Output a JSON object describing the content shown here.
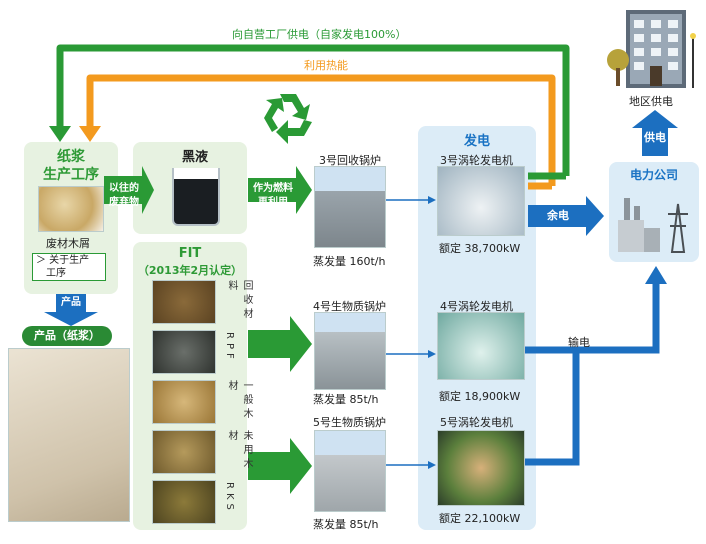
{
  "top_arrows": {
    "power_supply": "向自营工厂供电（自家发电100%）",
    "heat_use": "利用热能"
  },
  "pulp_panel": {
    "title_line1": "纸浆",
    "title_line2": "生产工序",
    "waste_chips": "废材木屑",
    "link_label": "＞ 关于生产\n　工序",
    "product_arrow": "产品",
    "product_pill": "产品（纸浆）"
  },
  "black_liquor": {
    "title": "黑液",
    "arrow_in": "以往的\n废弃物",
    "arrow_out": "作为燃料\n再利用"
  },
  "fit_panel": {
    "title": "FIT",
    "subtitle": "（2013年2月认定）",
    "fuels": [
      "回收材料",
      "RPF",
      "一般木材",
      "未用木材",
      "RKS"
    ]
  },
  "boilers": [
    {
      "name": "3号回收锅炉",
      "steam": "蒸发量 160t/h"
    },
    {
      "name": "4号生物质锅炉",
      "steam": "蒸发量 85t/h"
    },
    {
      "name": "5号生物质锅炉",
      "steam": "蒸发量 85t/h"
    }
  ],
  "generation": {
    "title": "发电",
    "turbines": [
      {
        "name": "3号涡轮发电机",
        "rated": "额定 38,700kW"
      },
      {
        "name": "4号涡轮发电机",
        "rated": "额定 18,900kW"
      },
      {
        "name": "5号涡轮发电机",
        "rated": "额定 22,100kW"
      }
    ]
  },
  "grid": {
    "surplus": "余电",
    "transmission": "输电",
    "company": "电力公司",
    "supply": "供电",
    "district": "地区供电"
  },
  "colors": {
    "green": "#2a9a35",
    "orange": "#f39a1e",
    "blue": "#1c6fc0",
    "panel_green": "#e7f2e1",
    "panel_blue": "#dcecf7"
  }
}
